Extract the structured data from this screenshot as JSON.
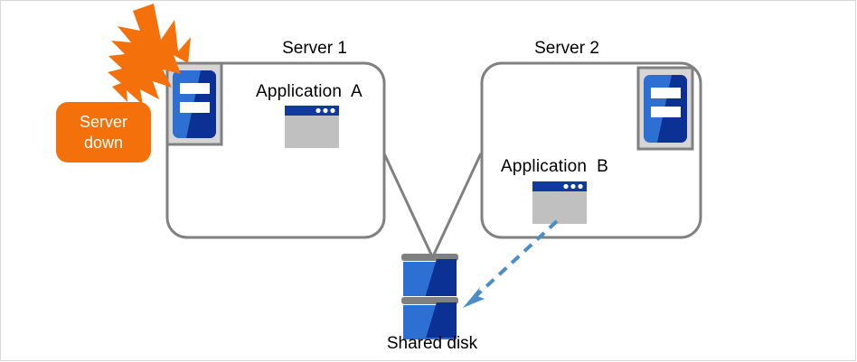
{
  "diagram": {
    "title_hidden": "",
    "servers": [
      {
        "name": "server-1",
        "label": "Server 1",
        "application_label": "Application  A",
        "status": "down"
      },
      {
        "name": "server-2",
        "label": "Server 2",
        "application_label": "Application  B",
        "status": "active"
      }
    ],
    "storage": {
      "label": "Shared disk",
      "icon": "disk-stack-icon"
    },
    "alert": {
      "badge_line1": "Server",
      "badge_line2": "down",
      "burst_icon": "explosion-burst-icon"
    },
    "connectors": {
      "server1_to_disk": "solid-line",
      "server2_to_disk": "solid-line",
      "appB_to_disk": "dashed-arrow"
    },
    "colors": {
      "alert_orange": "#f4700a",
      "box_gray": "#808080",
      "icon_blue_light": "#2e6fd4",
      "icon_blue_dark": "#0b3194",
      "window_titlebar": "#123a9e",
      "window_body": "#c0c0c0",
      "arrow_blue": "#4a8dc8",
      "icon_frame_gray": "#d5d5d5",
      "text_black": "#000000",
      "background": "#ffffff"
    }
  }
}
